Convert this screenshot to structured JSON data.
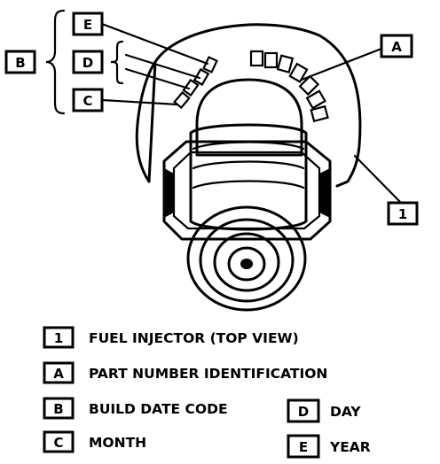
{
  "callouts": {
    "one": "1",
    "a": "A",
    "b": "B",
    "c": "C",
    "d": "D",
    "e": "E"
  },
  "legend": [
    {
      "key": "1",
      "text": "FUEL INJECTOR (TOP VIEW)"
    },
    {
      "key": "A",
      "text": "PART NUMBER IDENTIFICATION"
    },
    {
      "key": "B",
      "text": "BUILD DATE CODE"
    },
    {
      "key": "C",
      "text": "MONTH"
    },
    {
      "key": "D",
      "text": "DAY"
    },
    {
      "key": "E",
      "text": "YEAR"
    }
  ]
}
